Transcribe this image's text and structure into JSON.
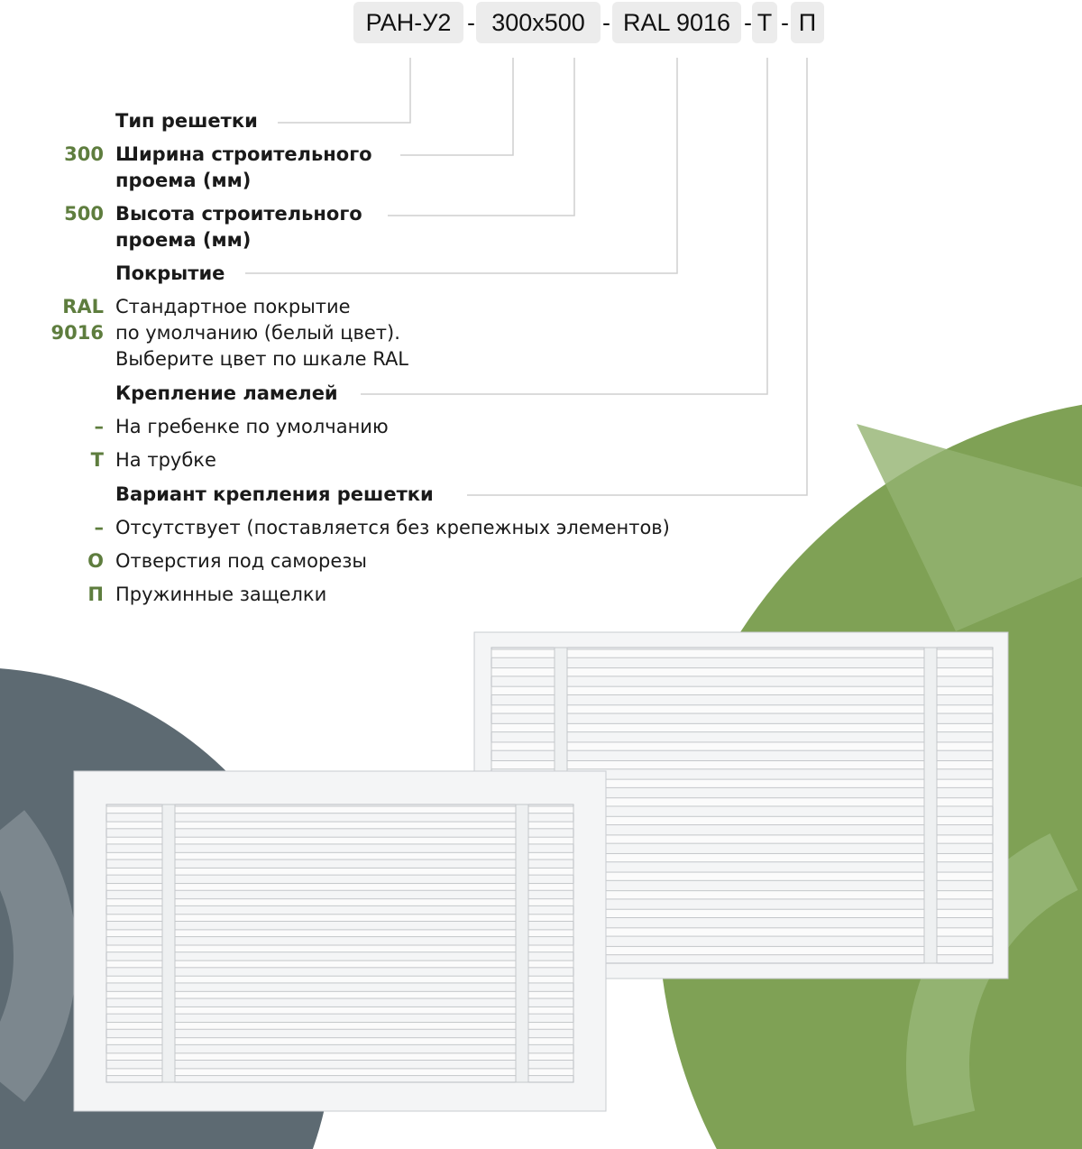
{
  "code_chips": [
    "РАН-У2",
    "300х500",
    "RAL 9016",
    "Т",
    "П"
  ],
  "separator": "-",
  "sections": {
    "type": {
      "title": "Тип решетки"
    },
    "width": {
      "code": "300",
      "title": "Ширина строительного",
      "title2": "проема (мм)"
    },
    "height": {
      "code": "500",
      "title": "Высота строительного",
      "title2": "проема (мм)"
    },
    "coating": {
      "title": "Покрытие",
      "code1": "RAL",
      "code2": "9016",
      "desc": [
        "Стандартное покрытие",
        "по умолчанию (белый цвет).",
        "Выберите цвет по шкале RAL"
      ]
    },
    "lamella": {
      "title": "Крепление ламелей",
      "options": [
        {
          "code": "–",
          "label": "На гребенке по умолчанию"
        },
        {
          "code": "Т",
          "label": "На трубке"
        }
      ]
    },
    "mount": {
      "title": "Вариант крепления решетки",
      "options": [
        {
          "code": "–",
          "label": "Отсутствует (поставляется без крепежных элементов)"
        },
        {
          "code": "О",
          "label": "Отверстия под саморезы"
        },
        {
          "code": "П",
          "label": "Пружинные защелки"
        }
      ]
    }
  },
  "colors": {
    "accent": "#5e7d3e",
    "green_circle": "#7fa155",
    "slate_circle": "#5d6a72",
    "leader": "#cfcfcf"
  }
}
